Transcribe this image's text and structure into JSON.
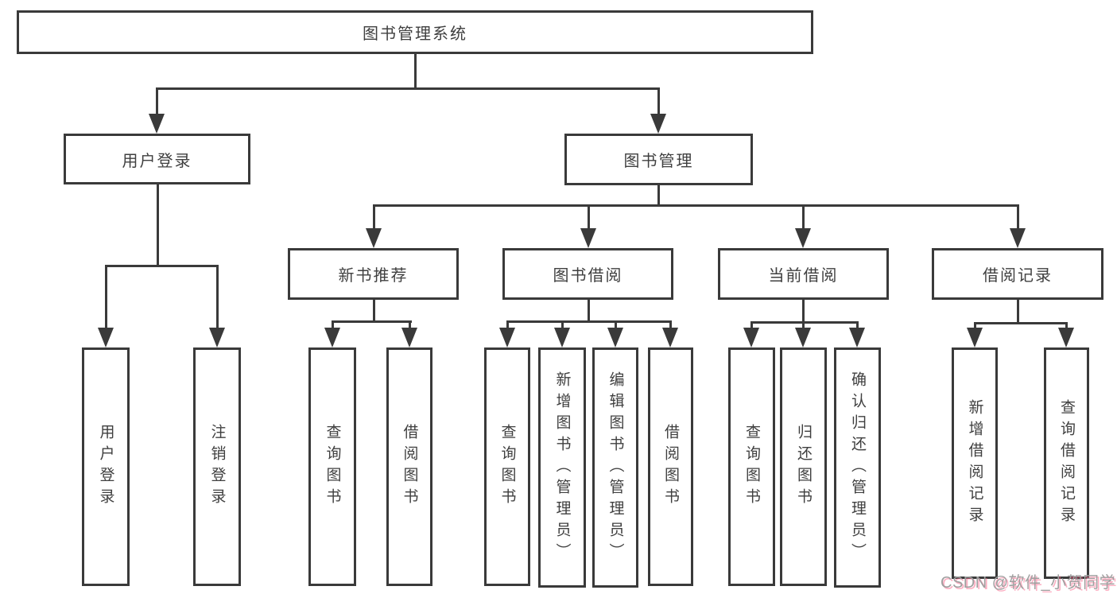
{
  "nodes": {
    "root": {
      "label": "图书管理系统"
    },
    "user_login": {
      "label": "用户登录"
    },
    "book_mgmt": {
      "label": "图书管理"
    },
    "new_books": {
      "label": "新书推荐"
    },
    "book_borrow": {
      "label": "图书借阅"
    },
    "current_borrow": {
      "label": "当前借阅"
    },
    "borrow_records": {
      "label": "借阅记录"
    }
  },
  "leaves": [
    {
      "label": "用户登录"
    },
    {
      "label": "注销登录"
    },
    {
      "label": "查询图书"
    },
    {
      "label": "借阅图书"
    },
    {
      "label": "查询图书"
    },
    {
      "label": "新增图书（管理员）"
    },
    {
      "label": "编辑图书（管理员）"
    },
    {
      "label": "借阅图书"
    },
    {
      "label": "查询图书"
    },
    {
      "label": "归还图书"
    },
    {
      "label": "确认归还（管理员）"
    },
    {
      "label": "新增借阅记录"
    },
    {
      "label": "查询借阅记录"
    }
  ],
  "watermark": {
    "text": "CSDN @软件_小贺同学"
  },
  "colors": {
    "line": "#3a3a3a",
    "text": "#3f3f3f",
    "background": "#ffffff",
    "watermark_text": "#9f9f9f",
    "watermark_accent": "#fa5f8680"
  }
}
